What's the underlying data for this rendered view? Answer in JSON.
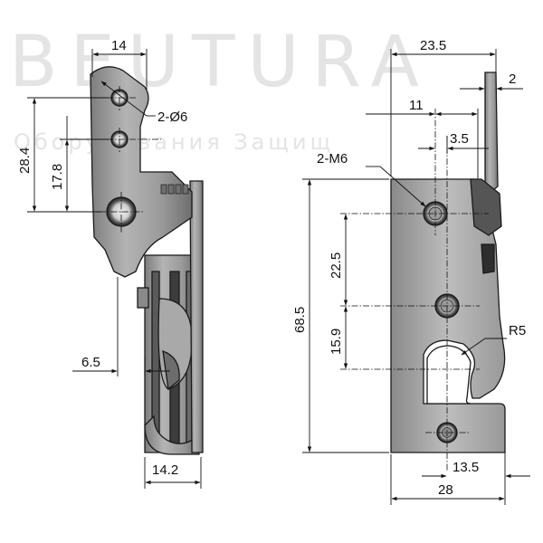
{
  "watermark": {
    "brand": "BEUTURA",
    "subtitle": "Оборудования Защищ"
  },
  "side_view": {
    "dim_top_width": "14",
    "dim_holes": "2-Ø6",
    "dim_height_total": "28.4",
    "dim_height_inner": "17.8",
    "dim_offset": "6.5",
    "dim_base_width": "14.2"
  },
  "front_view": {
    "dim_total_width_top": "23.5",
    "dim_plate_thickness": "2",
    "dim_hole_spacing_x": "11",
    "dim_hole_offset": "3.5",
    "dim_threads": "2-M6",
    "dim_total_height": "68.5",
    "dim_hole_spacing_y": "22.5",
    "dim_slot_offset": "15.9",
    "dim_radius": "R5",
    "dim_bottom_hole": "13.5",
    "dim_base_width": "28"
  },
  "colors": {
    "metal_light": "#b9b9b9",
    "metal_mid": "#8f8f8f",
    "metal_dark": "#4a4a4a",
    "line": "#111111"
  }
}
